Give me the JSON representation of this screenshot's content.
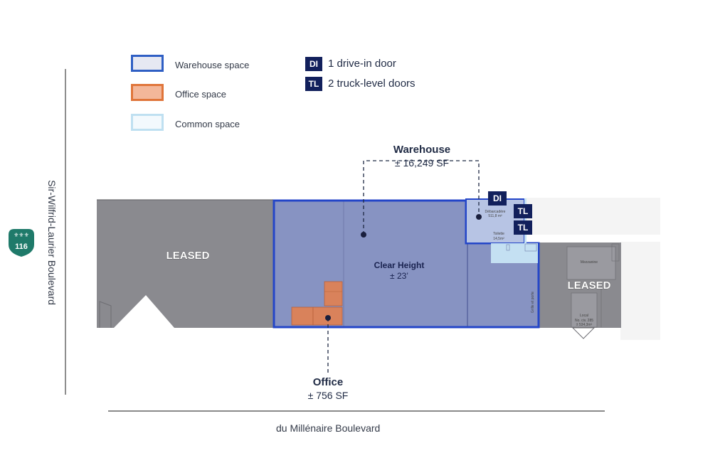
{
  "legend": {
    "warehouse": {
      "label": "Warehouse space",
      "fill": "#e6e8f2",
      "stroke": "#2f5fc4"
    },
    "office": {
      "label": "Office space",
      "fill": "#f3b79a",
      "stroke": "#e0753a"
    },
    "common": {
      "label": "Common space",
      "fill": "#f3f9fd",
      "stroke": "#bfe0f1"
    }
  },
  "doors": [
    {
      "code": "DI",
      "label": "1 drive-in door"
    },
    {
      "code": "TL",
      "label": "2 truck-level doors"
    }
  ],
  "warehouse_callout": {
    "title": "Warehouse",
    "area": "± 16,249 SF"
  },
  "office_callout": {
    "title": "Office",
    "area": "± 756 SF"
  },
  "clear_height": {
    "title": "Clear Height",
    "value": "± 23’"
  },
  "leased_label": "LEASED",
  "streets": {
    "west": "Sir-Wilfrid-Laurier Boulevard",
    "south": "du Millénaire Boulevard"
  },
  "route_shield": {
    "number": "116",
    "color": "#1f7a6a"
  },
  "plan_badges": [
    "DI",
    "TL",
    "TL"
  ],
  "floorplan_small_text": {
    "dock": "Débarcadère",
    "dock_area": "511,8 m²",
    "toilet": "Toilette",
    "toilet_area": "14,5m²",
    "mezzanine": "Mezzanine",
    "local": "Local",
    "civic": "No. civ. 285",
    "local_area": "± 534,3m²",
    "exit": "Grille et porte"
  },
  "colors": {
    "leased_fill": "#8a8a8f",
    "warehouse_fill": "#8793c2",
    "warehouse_border": "#2446c8",
    "office_fill": "#d9825b",
    "common_fill": "#c7e4f4",
    "badge": "#12205c"
  }
}
